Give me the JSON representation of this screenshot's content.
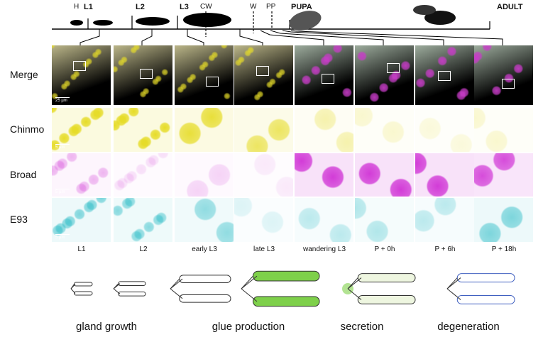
{
  "timeline": {
    "stages": [
      "H",
      "L1",
      "L2",
      "L3",
      "CW",
      "W",
      "PP",
      "PUPA",
      "ADULT"
    ]
  },
  "rows": [
    "Merge",
    "Chinmo",
    "Broad",
    "E93"
  ],
  "scale_bars": {
    "merge": "25 µm",
    "zoom": "5 µm"
  },
  "columns": [
    "L1",
    "L2",
    "early L3",
    "late L3",
    "wandering L3",
    "P + 0h",
    "P + 6h",
    "P + 18h"
  ],
  "processes": [
    "gland growth",
    "glue production",
    "secretion",
    "degeneration"
  ],
  "colors": {
    "chinmo": "#e8e020",
    "broad": "#d040d8",
    "e93": "#30b8c0",
    "glue": "#7ed04a"
  }
}
